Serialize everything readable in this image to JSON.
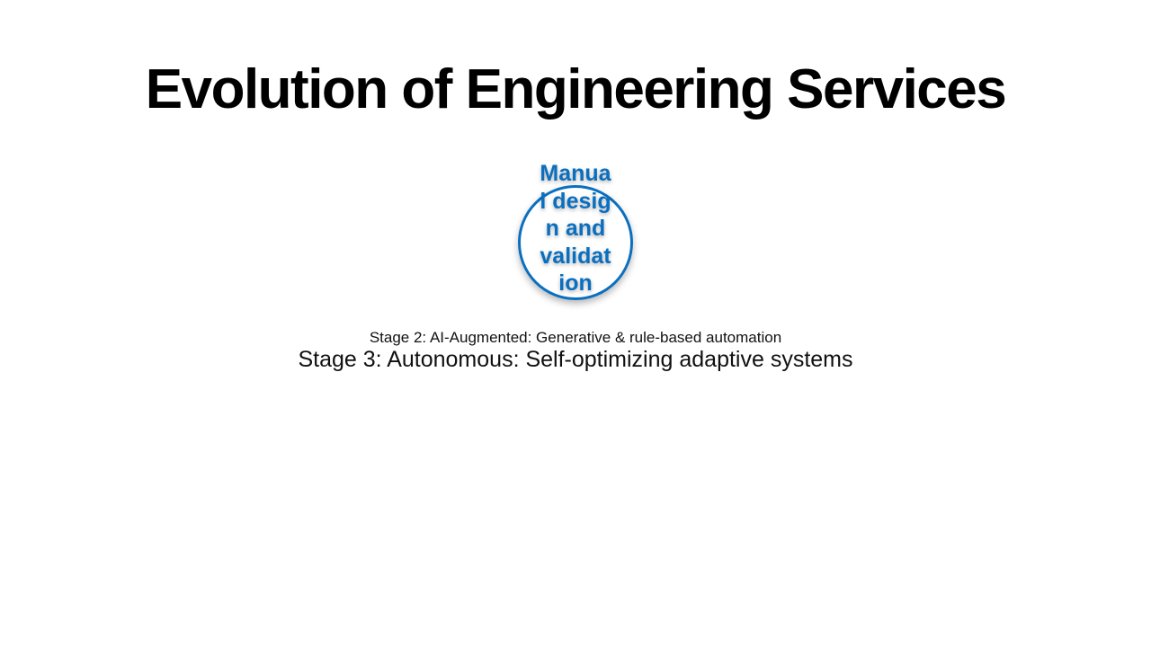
{
  "slide": {
    "title": "Evolution of Engineering Services",
    "accent_color": "#0a6fbf",
    "stages": [
      {
        "label": "Manual design and validation",
        "shape": "circle"
      },
      {
        "label": "Stage 2: AI-Augmented: Generative & rule-based automation"
      },
      {
        "label": "Stage 3: Autonomous: Self-optimizing adaptive systems"
      }
    ]
  }
}
